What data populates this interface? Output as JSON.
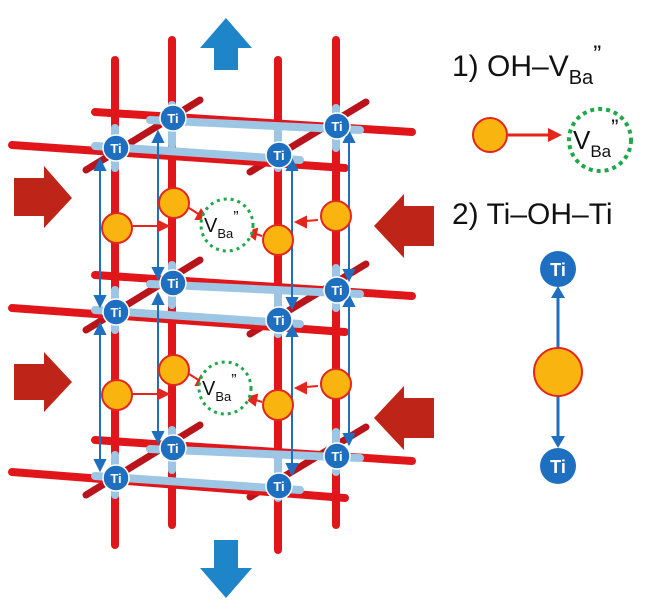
{
  "ti_label": "Ti",
  "vacancy": {
    "main": "V",
    "sub": "Ba",
    "sup": "”"
  },
  "legend": {
    "item1_label": "1) OH–V",
    "item1_sub": "Ba",
    "item1_sup": "”",
    "item2_label": "2) Ti–OH–Ti"
  },
  "colors": {
    "bond_red": "#e0161b",
    "bond_red_dark": "#b9141b",
    "bond_blue": "#9cc6e3",
    "ti_fill": "#1f6fc0",
    "oh_fill": "#f9b40f",
    "oh_stroke": "#e3261d",
    "vacancy_ring": "#1ea84a",
    "arrow_blue": "#1f85c9",
    "arrow_red": "#bf2418",
    "link_blue": "#1f6fc0",
    "link_red": "#e3261d"
  },
  "icons": {
    "stress_up": "arrow-up-icon",
    "stress_down": "arrow-down-icon",
    "stress_in": "arrow-left-right-icon"
  }
}
